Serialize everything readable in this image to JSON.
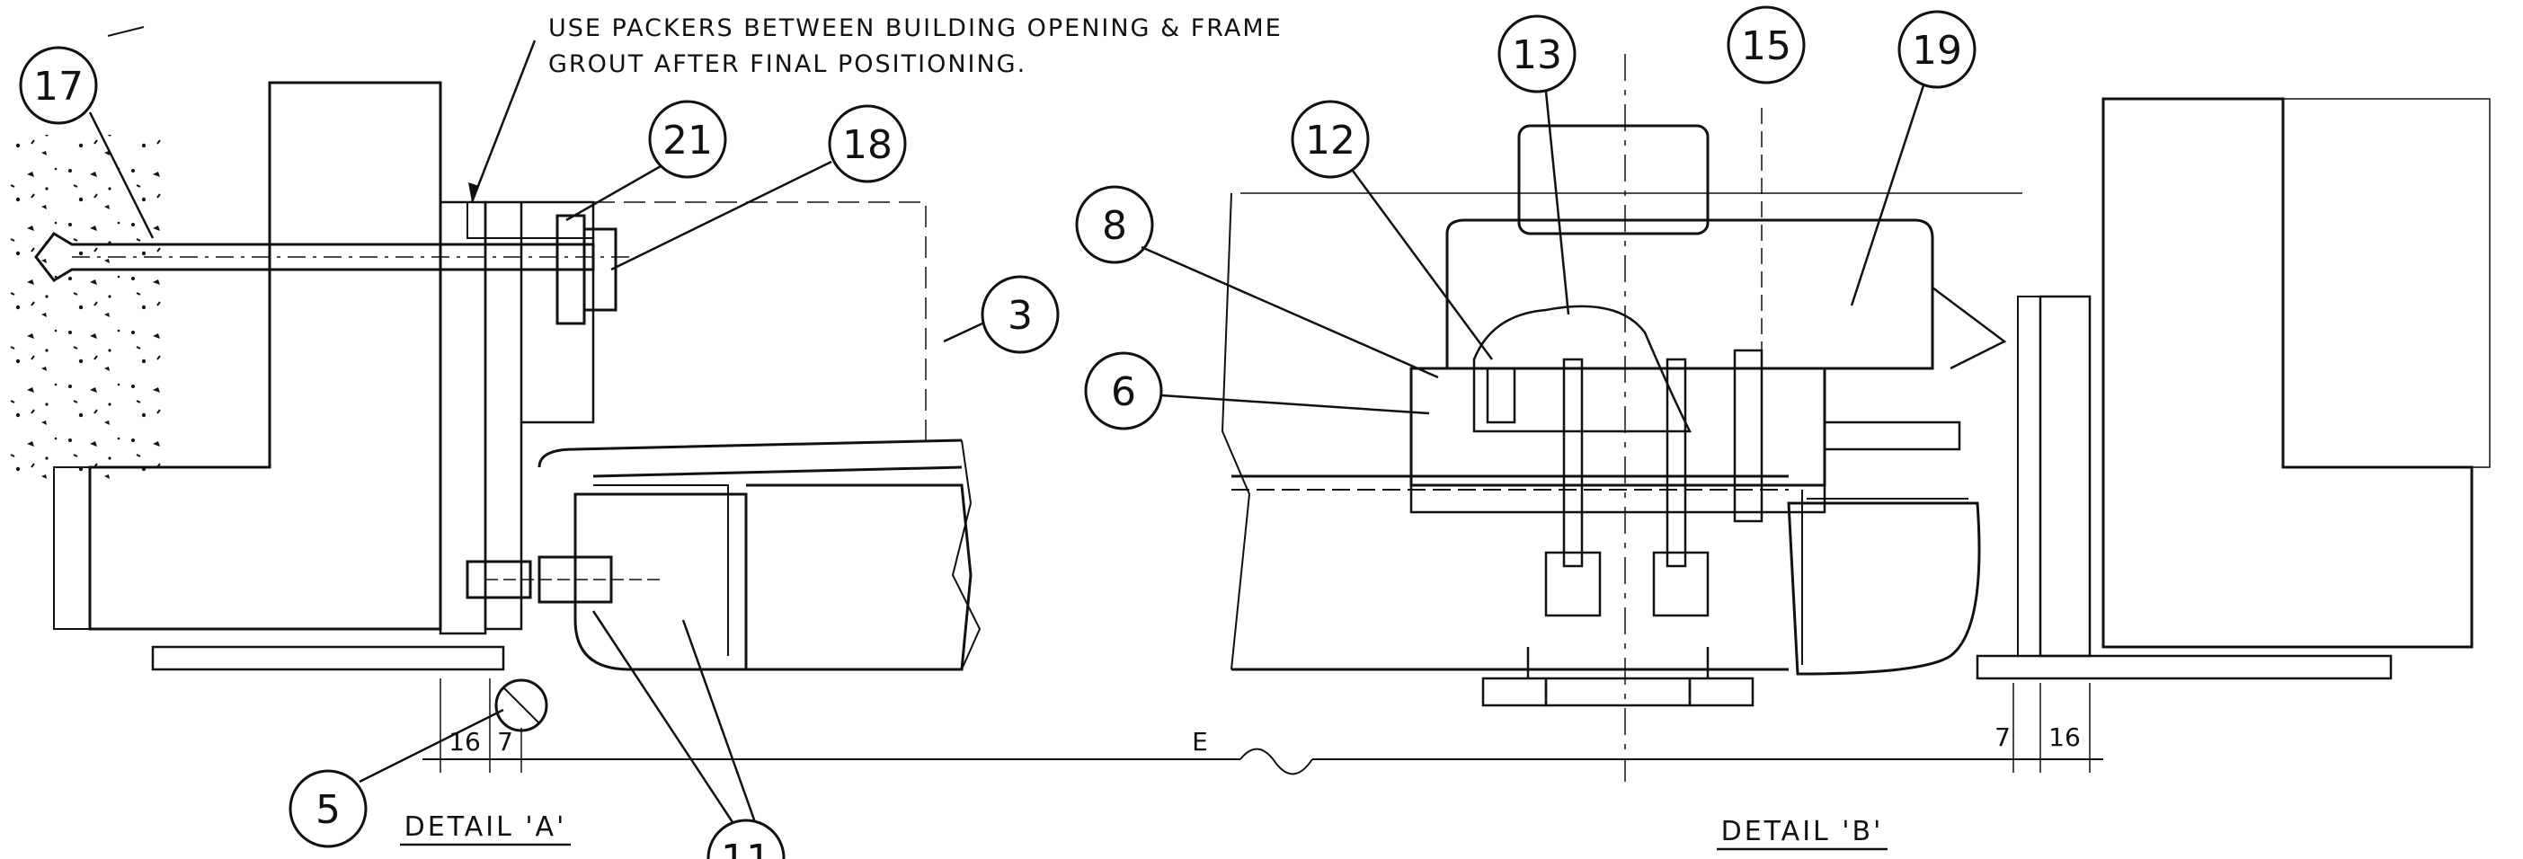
{
  "note": {
    "line1": "USE PACKERS BETWEEN BUILDING OPENING & FRAME",
    "line2": "GROUT AFTER FINAL POSITIONING."
  },
  "callouts": {
    "c3": "3",
    "c5": "5",
    "c6": "6",
    "c8": "8",
    "c11": "11",
    "c12": "12",
    "c13": "13",
    "c15": "15",
    "c17": "17",
    "c18": "18",
    "c19": "19",
    "c21": "21"
  },
  "dimensions": {
    "left_16": "16",
    "left_7": "7",
    "centre": "E",
    "right_7": "7",
    "right_16": "16"
  },
  "titles": {
    "detail_a": "DETAIL 'A'",
    "detail_b": "DETAIL 'B'"
  }
}
